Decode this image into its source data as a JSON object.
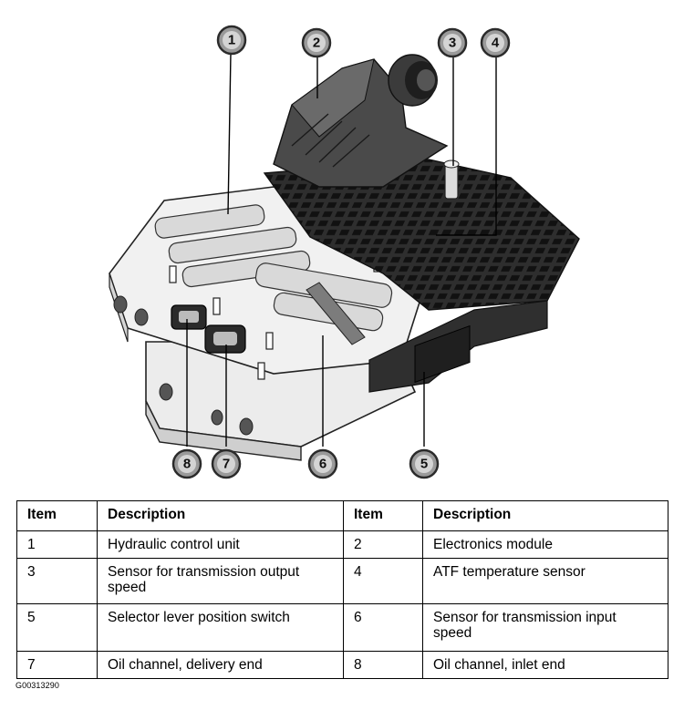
{
  "callouts": [
    "1",
    "2",
    "3",
    "4",
    "5",
    "6",
    "7",
    "8"
  ],
  "table": {
    "headers": [
      "Item",
      "Description",
      "Item",
      "Description"
    ],
    "rows": [
      [
        "1",
        "Hydraulic control unit",
        "2",
        "Electronics module"
      ],
      [
        "3",
        "Sensor for transmission output speed",
        "4",
        "ATF temperature sensor"
      ],
      [
        "5",
        "Selector lever position switch",
        "6",
        "Sensor for transmission input speed"
      ],
      [
        "7",
        "Oil channel, delivery end",
        "8",
        "Oil channel, inlet end"
      ]
    ]
  },
  "figure_code": "G00313290",
  "colors": {
    "body_light": "#e9e9e9",
    "body_mid": "#bdbdbd",
    "body_dark": "#3a3a3a",
    "callout_fill": "#9a9a9a"
  }
}
